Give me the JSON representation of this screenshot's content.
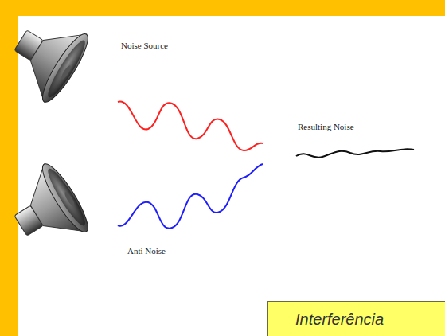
{
  "diagram": {
    "nodes": [
      {
        "text": [
          "Interferência"
        ]
      }
    ],
    "labels": [
      "Noise Source",
      "Resulting Noise",
      "Anti Noise"
    ]
  }
}
